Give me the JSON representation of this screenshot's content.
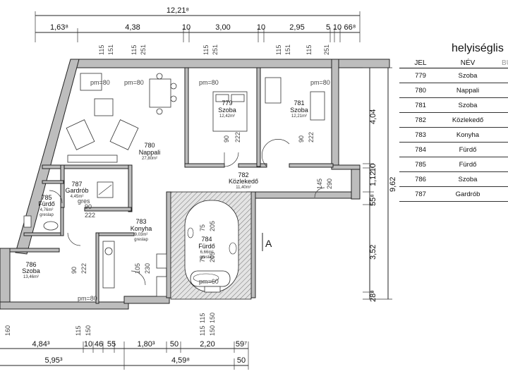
{
  "dimensions": {
    "top_total": "12,21⁸",
    "top": [
      "1,63⁸",
      "4,38",
      "10",
      "3,00",
      "10",
      "2,95",
      "5",
      "10",
      "66⁸"
    ],
    "right": [
      "4,04",
      "10",
      "1,12",
      "55⁸",
      "3,52",
      "28⁸"
    ],
    "right_total": "9,62",
    "bottom_row1": [
      "4,84³",
      "10",
      "46",
      "55",
      "1,80³",
      "50",
      "2,20",
      "59⁷"
    ],
    "bottom_row2": [
      "5,95³",
      "4,59⁸",
      "50"
    ],
    "window_marks": [
      "115",
      "151",
      "115",
      "251",
      "115",
      "251",
      "115",
      "151",
      "115",
      "251"
    ],
    "bottom_window_marks": [
      "160",
      "115",
      "150",
      "115",
      "150",
      "115",
      "150"
    ]
  },
  "rooms": [
    {
      "id": "779",
      "name": "Szoba",
      "area": "12,42m²"
    },
    {
      "id": "781",
      "name": "Szoba",
      "area": "12,21m²"
    },
    {
      "id": "780",
      "name": "Nappali",
      "area": "27,80m²"
    },
    {
      "id": "782",
      "name": "Közlekedő",
      "area": "11,40m²"
    },
    {
      "id": "787",
      "name": "Gardrób",
      "area": "4,45m²"
    },
    {
      "id": "785",
      "name": "Fürdő",
      "area": "4,76m²",
      "note": "greslap"
    },
    {
      "id": "783",
      "name": "Konyha",
      "area": "9,03m²",
      "note": "greslap"
    },
    {
      "id": "784",
      "name": "Fürdő",
      "area": "6,66m²",
      "note": "greslap"
    },
    {
      "id": "786",
      "name": "Szoba",
      "area": "13,46m²"
    }
  ],
  "annotations": {
    "pm80": "pm=80",
    "pm60": "pm=60",
    "greslap": "gres",
    "door_90": "90",
    "door_222": "222",
    "door_205": "205",
    "door_75": "75",
    "door_230": "230",
    "door_105": "105",
    "door_290": "290",
    "door_145": "145",
    "section": "A"
  },
  "legend": {
    "title": "helyiséglis",
    "headers": [
      "JEL",
      "NÉV",
      "BU"
    ],
    "rows": [
      {
        "jel": "779",
        "nev": "Szoba"
      },
      {
        "jel": "780",
        "nev": "Nappali"
      },
      {
        "jel": "781",
        "nev": "Szoba"
      },
      {
        "jel": "782",
        "nev": "Közlekedő"
      },
      {
        "jel": "783",
        "nev": "Konyha"
      },
      {
        "jel": "784",
        "nev": "Fürdő"
      },
      {
        "jel": "785",
        "nev": "Fürdő"
      },
      {
        "jel": "786",
        "nev": "Szoba"
      },
      {
        "jel": "787",
        "nev": "Gardrób"
      }
    ]
  },
  "colors": {
    "wall": "#bdbdbd",
    "line": "#222222"
  }
}
